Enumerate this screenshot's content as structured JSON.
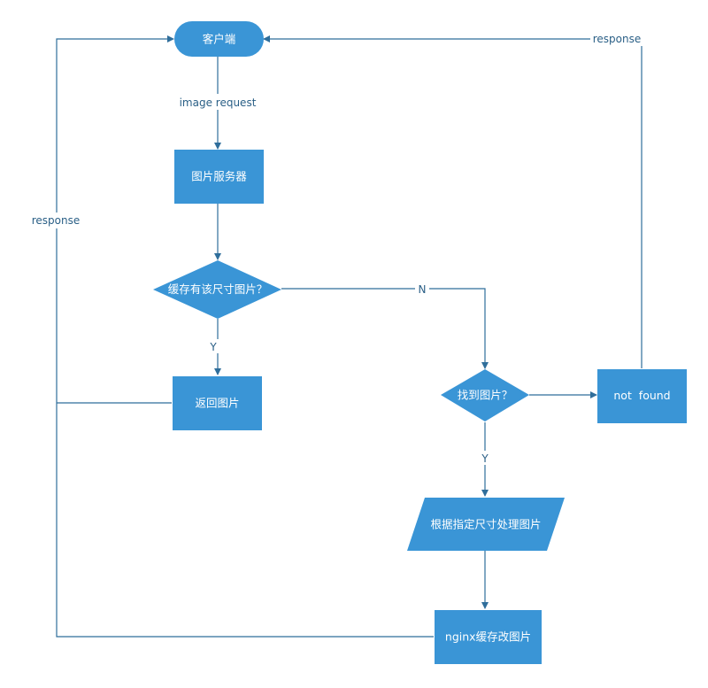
{
  "colors": {
    "node_fill": "#3a95d6",
    "edge": "#2f6e9b",
    "label_text": "#2a5f86",
    "background": "#ffffff"
  },
  "nodes": {
    "client": "客户端",
    "image_server": "图片服务器",
    "cache_check": "缓存有该尺寸图片？",
    "return_image": "返回图片",
    "found_check": "找到图片？",
    "not_found": "not  found",
    "process_image": "根据指定尺寸处理图片",
    "nginx_cache": "nginx缓存改图片"
  },
  "edges": {
    "image_request": "image  request",
    "response_left": "response",
    "response_right": "response",
    "no": "N",
    "yes_cache": "Y",
    "yes_found": "Y"
  }
}
